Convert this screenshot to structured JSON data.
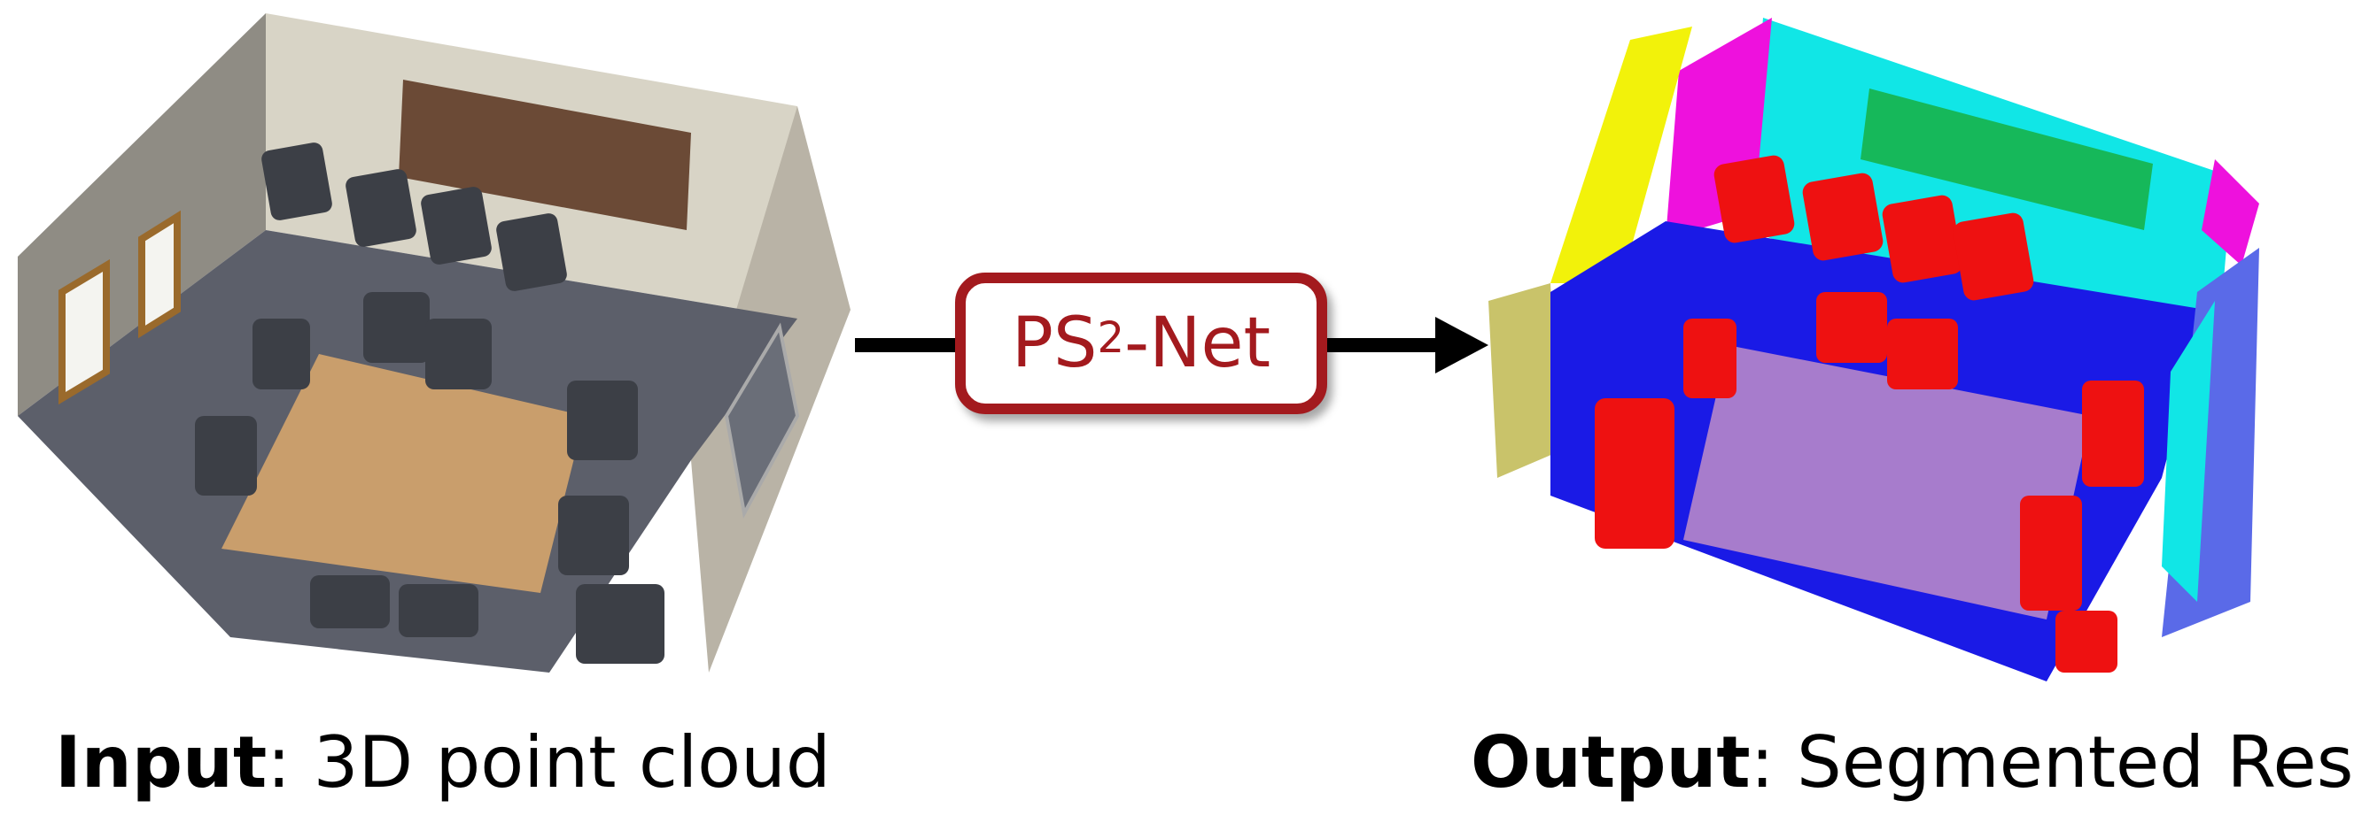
{
  "network": {
    "prefix": "PS",
    "superscript": "2",
    "suffix": "-Net"
  },
  "input_caption": {
    "bold": "Input",
    "rest": ": 3D point cloud"
  },
  "output_caption": {
    "bold": "Output",
    "rest": ": Segmented Result"
  },
  "colors": {
    "accent": "#a31a1e",
    "seg_floor": "#1a1ae6",
    "seg_chair": "#ee1111",
    "seg_table": "#a77ccc",
    "seg_wall_cyan": "#11e6e6",
    "seg_wall_yellow": "#f2f20a",
    "seg_magenta": "#ee11dd",
    "seg_board": "#16b85a",
    "seg_column": "#c9c36a",
    "seg_wall_blue": "#5a6ae8"
  }
}
